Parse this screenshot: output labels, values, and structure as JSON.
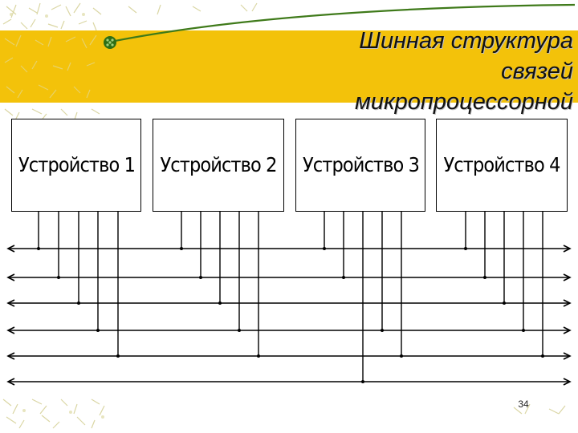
{
  "slide": {
    "title_lines": [
      "Шинная структура",
      "связей",
      "микропроцессорной"
    ],
    "devices": [
      "Устройство 1",
      "Устройство 2",
      "Устройство 3",
      "Устройство 4"
    ],
    "page_number": "34"
  },
  "colors": {
    "title_band": "#f3c20a",
    "decorative_pattern": "#d9d59a",
    "title_underline": "#3f7a1a",
    "line": "#000000"
  },
  "icons": [
    "green-bead-icon",
    "arrow-left-icon",
    "arrow-right-icon"
  ]
}
